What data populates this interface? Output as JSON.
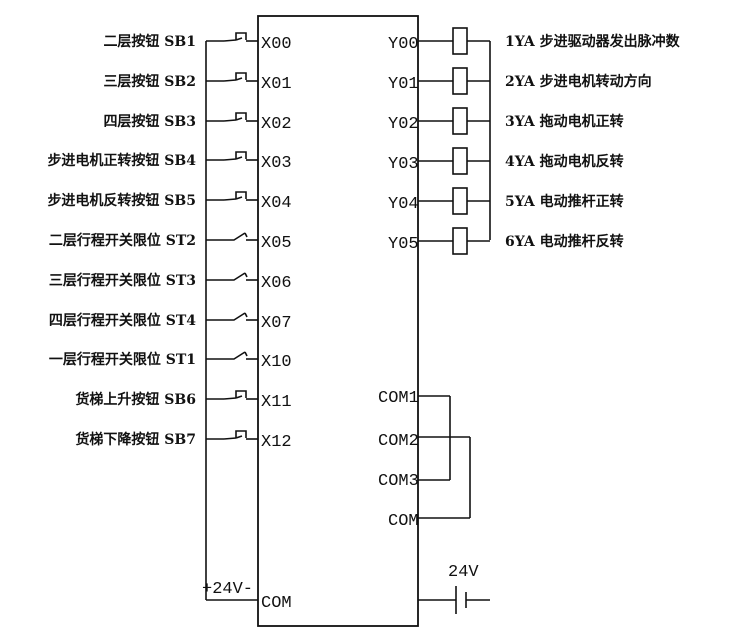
{
  "inputs": [
    {
      "label": "二层按钮 SB1",
      "terminal": "X00",
      "type": "button"
    },
    {
      "label": "三层按钮 SB2",
      "terminal": "X01",
      "type": "button"
    },
    {
      "label": "四层按钮 SB3",
      "terminal": "X02",
      "type": "button"
    },
    {
      "label": "步进电机正转按钮 SB4",
      "terminal": "X03",
      "type": "button"
    },
    {
      "label": "步进电机反转按钮 SB5",
      "terminal": "X04",
      "type": "button"
    },
    {
      "label": "二层行程开关限位 ST2",
      "terminal": "X05",
      "type": "switch"
    },
    {
      "label": "三层行程开关限位 ST3",
      "terminal": "X06",
      "type": "switch"
    },
    {
      "label": "四层行程开关限位 ST4",
      "terminal": "X07",
      "type": "switch"
    },
    {
      "label": "一层行程开关限位 ST1",
      "terminal": "X10",
      "type": "switch"
    },
    {
      "label": "货梯上升按钮 SB6",
      "terminal": "X11",
      "type": "button"
    },
    {
      "label": "货梯下降按钮 SB7",
      "terminal": "X12",
      "type": "button"
    }
  ],
  "outputs": [
    {
      "terminal": "Y00",
      "label": "1YA 步进驱动器发出脉冲数"
    },
    {
      "terminal": "Y01",
      "label": "2YA 步进电机转动方向"
    },
    {
      "terminal": "Y02",
      "label": "3YA  拖动电机正转"
    },
    {
      "terminal": "Y03",
      "label": "4YA  拖动电机反转"
    },
    {
      "terminal": "Y04",
      "label": "5YA  电动推杆正转"
    },
    {
      "terminal": "Y05",
      "label": "6YA  电动推杆反转"
    }
  ],
  "commons": {
    "com1": "COM1",
    "com2": "COM2",
    "com3": "COM3",
    "com": "COM",
    "input_com": "COM",
    "supply": "+24V-",
    "battery": "24V"
  }
}
